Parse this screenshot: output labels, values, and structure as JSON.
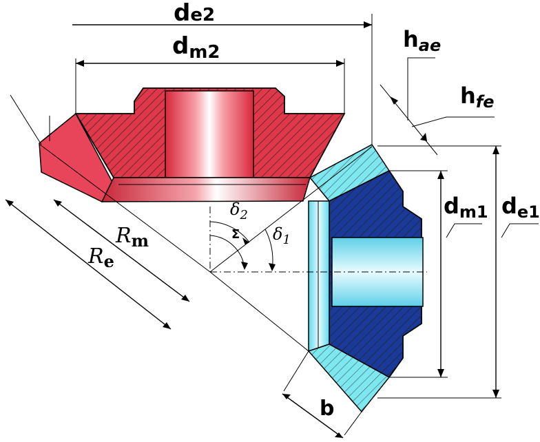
{
  "labels": {
    "de2": {
      "main": "d",
      "sub": "e2"
    },
    "dm2": {
      "main": "d",
      "sub": "m2"
    },
    "hae": {
      "main": "h",
      "sub": "ae"
    },
    "hfe": {
      "main": "h",
      "sub": "fe"
    },
    "dm1": {
      "main": "d",
      "sub": "m1"
    },
    "de1": {
      "main": "d",
      "sub": "e1"
    },
    "delta2": {
      "main": "δ",
      "sub": "2"
    },
    "delta1": {
      "main": "δ",
      "sub": "1"
    },
    "sigma": "Σ",
    "rm": {
      "main": "R",
      "sub": "m"
    },
    "re": {
      "main": "R",
      "sub": "e"
    },
    "b": "b"
  },
  "colors": {
    "gear_large": "#e0384a",
    "gear_large_dark": "#b01e30",
    "gear_small_face": "#7ee8f0",
    "gear_small_body": "#1a3a9a",
    "hatch": "#222222"
  }
}
